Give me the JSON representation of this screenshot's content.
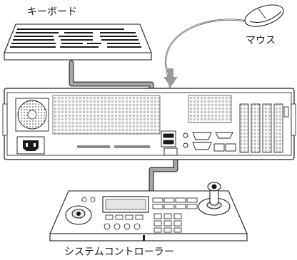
{
  "labels": {
    "keyboard": "キーボード",
    "mouse": "マウス",
    "controller": "システムコントローラー"
  },
  "colors": {
    "stroke": "#1a1a1a",
    "cable": "#9a9a9a",
    "cable_outline": "#4a4a4a",
    "panel": "#ffffff",
    "grid": "#bdbdbd",
    "slot": "#8a8a8a"
  },
  "icons": [
    "keyboard-icon",
    "mouse-icon",
    "arrow-down-icon",
    "pc-rear-panel",
    "system-controller-icon"
  ]
}
